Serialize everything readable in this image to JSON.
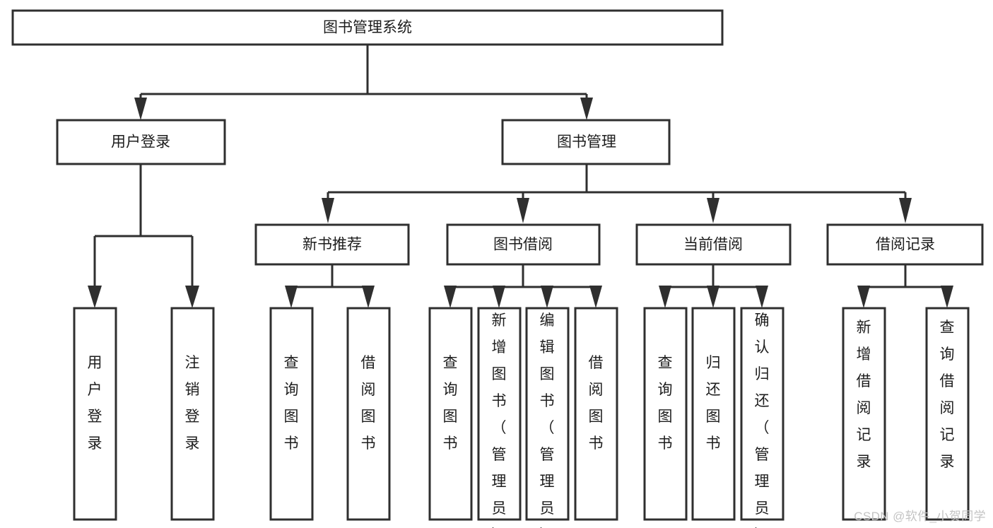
{
  "diagram": {
    "type": "tree-hierarchy",
    "title": "图书管理系统",
    "watermark": "CSDN @软件_小贺同学",
    "colors": {
      "background": "#ffffff",
      "stroke": "#2f2f2f",
      "box_fill": "#ffffff",
      "text": "#1d1d1d",
      "watermark": "#c3c3c3"
    },
    "levels": [
      {
        "index": 0,
        "name": "root"
      },
      {
        "index": 1,
        "name": "modules"
      },
      {
        "index": 2,
        "name": "submodules"
      },
      {
        "index": 3,
        "name": "functions"
      }
    ],
    "nodes": {
      "root": {
        "id": "root",
        "label": "图书管理系统",
        "orientation": "horizontal"
      },
      "level1": [
        {
          "id": "user-login",
          "label": "用户登录",
          "orientation": "horizontal"
        },
        {
          "id": "book-manage",
          "label": "图书管理",
          "orientation": "horizontal"
        }
      ],
      "level2": [
        {
          "id": "new-book-recommend",
          "label": "新书推荐",
          "orientation": "horizontal",
          "parent": "book-manage"
        },
        {
          "id": "book-borrow",
          "label": "图书借阅",
          "orientation": "horizontal",
          "parent": "book-manage"
        },
        {
          "id": "current-borrow",
          "label": "当前借阅",
          "orientation": "horizontal",
          "parent": "book-manage"
        },
        {
          "id": "borrow-record",
          "label": "借阅记录",
          "orientation": "horizontal",
          "parent": "book-manage"
        }
      ],
      "leaves": [
        {
          "id": "leaf-user-login",
          "label": "用户登录",
          "orientation": "vertical",
          "parent": "user-login"
        },
        {
          "id": "leaf-user-logout",
          "label": "注销登录",
          "orientation": "vertical",
          "parent": "user-login"
        },
        {
          "id": "leaf-query-book-1",
          "label": "查询图书",
          "orientation": "vertical",
          "parent": "new-book-recommend"
        },
        {
          "id": "leaf-borrow-book-1",
          "label": "借阅图书",
          "orientation": "vertical",
          "parent": "new-book-recommend"
        },
        {
          "id": "leaf-query-book-2",
          "label": "查询图书",
          "orientation": "vertical",
          "parent": "book-borrow"
        },
        {
          "id": "leaf-add-book",
          "label": "新增图书（管理员）",
          "orientation": "vertical",
          "parent": "book-borrow"
        },
        {
          "id": "leaf-edit-book",
          "label": "编辑图书（管理员）",
          "orientation": "vertical",
          "parent": "book-borrow"
        },
        {
          "id": "leaf-borrow-book-2",
          "label": "借阅图书",
          "orientation": "vertical",
          "parent": "book-borrow"
        },
        {
          "id": "leaf-query-book-3",
          "label": "查询图书",
          "orientation": "vertical",
          "parent": "current-borrow"
        },
        {
          "id": "leaf-return-book",
          "label": "归还图书",
          "orientation": "vertical",
          "parent": "current-borrow"
        },
        {
          "id": "leaf-confirm-return",
          "label": "确认归还（管理员）",
          "orientation": "vertical",
          "parent": "current-borrow"
        },
        {
          "id": "leaf-add-record",
          "label": "新增借阅记录",
          "orientation": "vertical",
          "parent": "borrow-record"
        },
        {
          "id": "leaf-query-record",
          "label": "查询借阅记录",
          "orientation": "vertical",
          "parent": "borrow-record"
        }
      ]
    }
  }
}
